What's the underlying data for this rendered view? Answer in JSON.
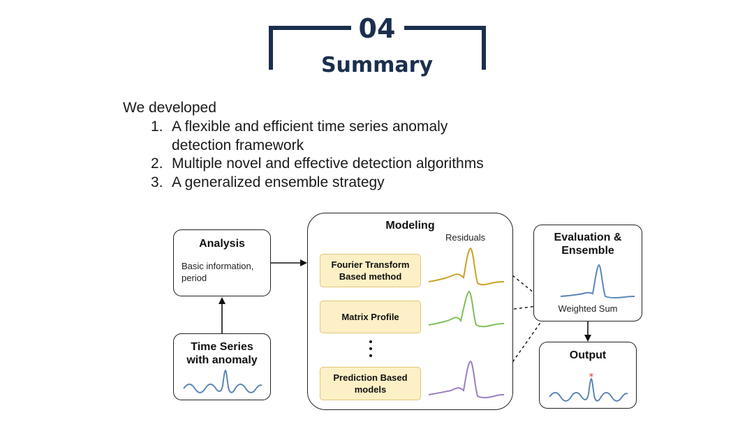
{
  "header": {
    "section_number": "04",
    "section_title": "Summary",
    "bracket_color": "#1b2f4e"
  },
  "summary": {
    "intro": "We developed",
    "items": [
      {
        "number": "1.",
        "text": "A flexible and efficient time series anomaly detection framework"
      },
      {
        "number": "2.",
        "text": "Multiple novel and effective detection algorithms"
      },
      {
        "number": "3.",
        "text": "A generalized ensemble strategy"
      }
    ]
  },
  "diagram": {
    "analysis": {
      "title": "Analysis",
      "description": "Basic information, period"
    },
    "time_series": {
      "title": "Time Series with anomaly"
    },
    "modeling": {
      "title": "Modeling",
      "residuals_label": "Residuals",
      "ellipsis": "⋮",
      "methods": [
        {
          "label": "Fourier Transform Based method",
          "curve_color": "#c9a227"
        },
        {
          "label": "Matrix Profile",
          "curve_color": "#7fbf5a"
        },
        {
          "label": "Prediction Based models",
          "curve_color": "#9b7fc1"
        }
      ]
    },
    "evaluation": {
      "title": "Evaluation & Ensemble",
      "sum_label": "Weighted Sum"
    },
    "output": {
      "title": "Output",
      "marker_color": "#e0322c"
    },
    "colors": {
      "series_line": "#5b86b5",
      "method_fill": "#fdf0c6",
      "method_border": "#e1c577"
    }
  }
}
